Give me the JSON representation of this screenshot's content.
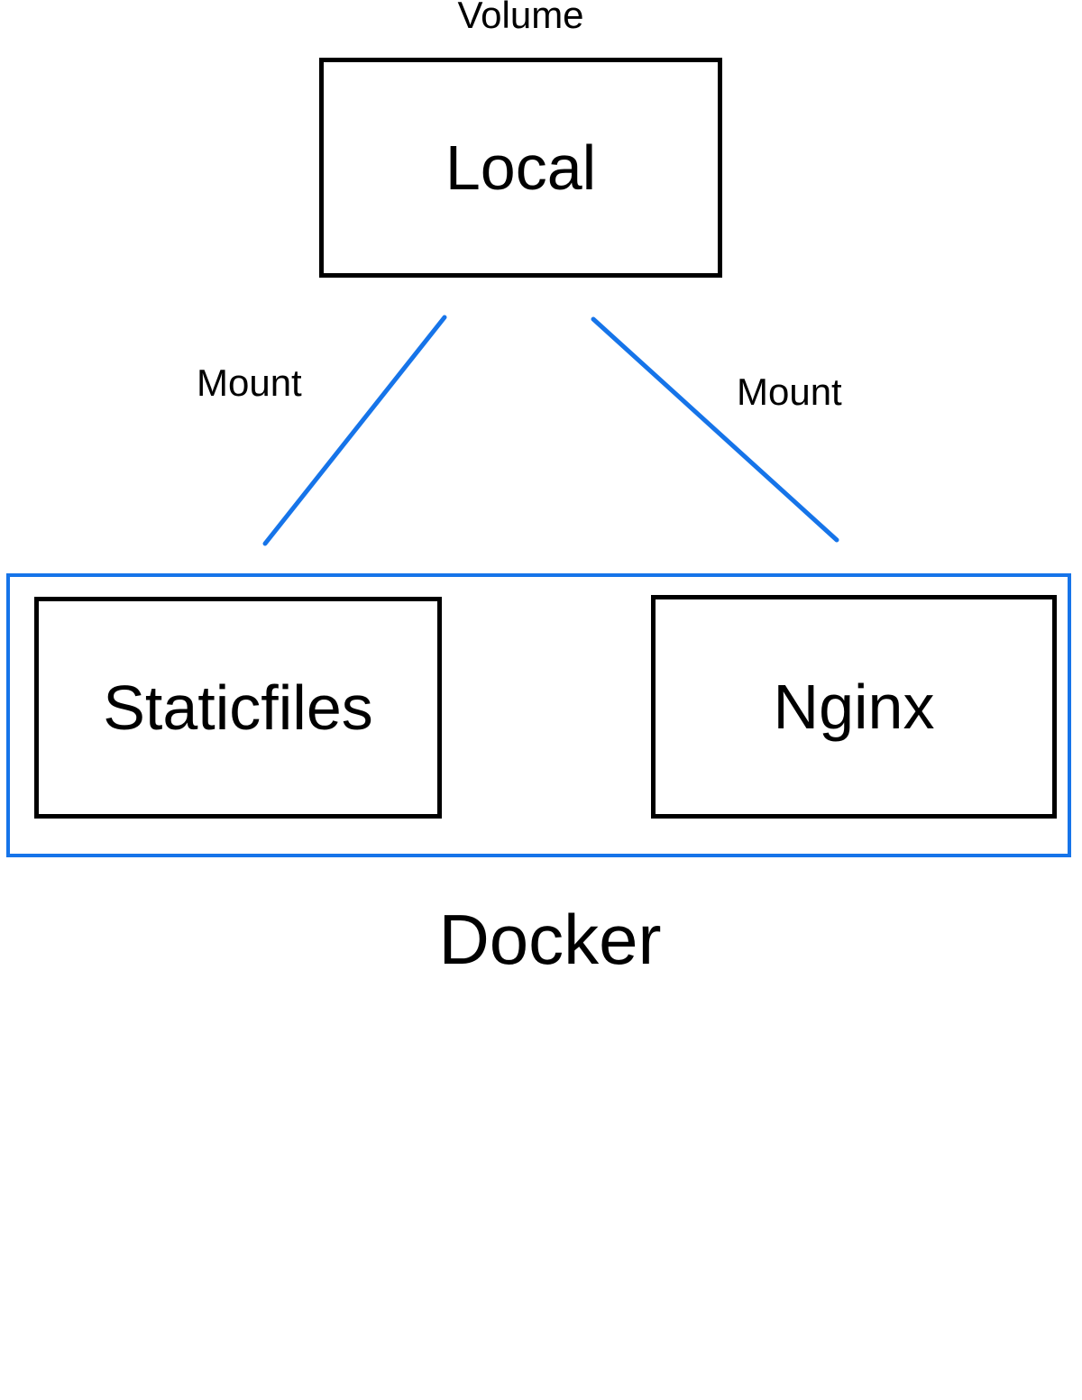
{
  "diagram": {
    "volume_label": "Volume",
    "local_node_label": "Local",
    "mount_left_label": "Mount",
    "mount_right_label": "Mount",
    "staticfiles_node_label": "Staticfiles",
    "nginx_node_label": "Nginx",
    "docker_label": "Docker",
    "colors": {
      "accent_blue": "#1674e9",
      "box_border_black": "#000000",
      "background_white": "#ffffff"
    }
  }
}
